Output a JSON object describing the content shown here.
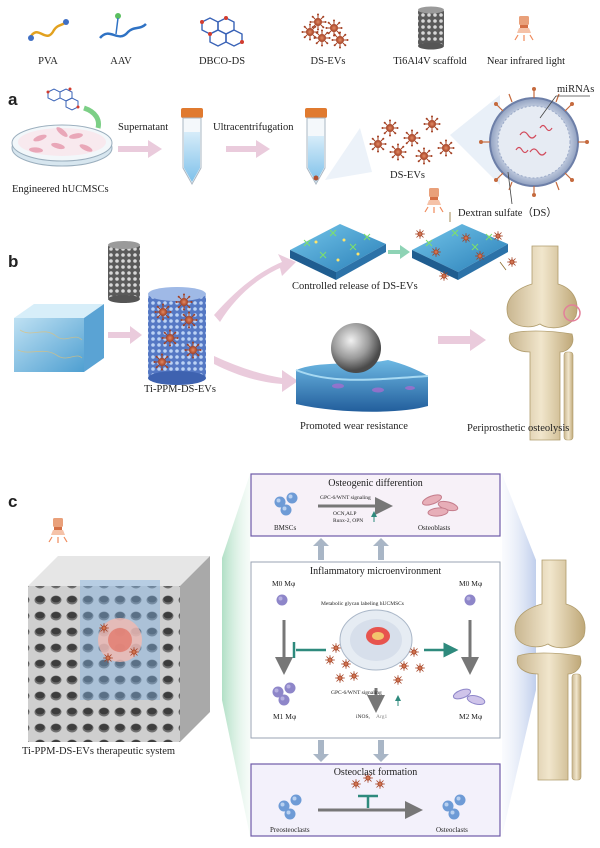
{
  "legend": [
    {
      "label": "PVA",
      "icon": "pva-icon"
    },
    {
      "label": "AAV",
      "icon": "aav-icon"
    },
    {
      "label": "DBCO-DS",
      "icon": "dbco-ds-icon"
    },
    {
      "label": "DS-EVs",
      "icon": "ds-evs-icon"
    },
    {
      "label": "Ti6Al4V scaffold",
      "icon": "scaffold-icon"
    },
    {
      "label": "Near infrared light",
      "icon": "nir-lamp-icon"
    }
  ],
  "panel_a": {
    "letter": "a",
    "dish_label": "Engineered hUCMSCs",
    "step1": "Supernatant",
    "step2": "Ultracentrifugation",
    "evs_label": "DS-EVs",
    "mirna_label": "miRNAs",
    "ds_label": "Dextran sulfate（DS）"
  },
  "panel_b": {
    "letter": "b",
    "scaffold_label": "Ti-PPM-DS-EVs",
    "release_label": "Controlled release of DS-EVs",
    "wear_label": "Promoted wear resistance",
    "knee_label": "Periprosthetic osteolysis"
  },
  "panel_c": {
    "letter": "c",
    "system_label": "Ti-PPM-DS-EVs therapeutic system",
    "osteogenic": {
      "title": "Osteogenic differention",
      "source": "BMSCs",
      "target": "Osteoblasts",
      "pathway": "GPC-6/WNT signaling",
      "markers_1": "OCN,ALP",
      "markers_2": "Runx-2, OPN"
    },
    "inflammatory": {
      "title": "Inflammatory microenvironment",
      "m0_left": "M0 Mφ",
      "m0_right": "M0 Mφ",
      "center_label": "Metabolic glycan labeling hUCMSCs",
      "m1": "M1 Mφ",
      "m2": "M2 Mφ",
      "pathway": "GPC-6/WNT signaling",
      "marker_inos": "iNOS,",
      "marker_arg": "Arg1"
    },
    "osteoclast": {
      "title": "Osteoclast formation",
      "source": "Preosteoclasts",
      "target": "Osteoclasts"
    }
  },
  "colors": {
    "ev_orange": "#c0542f",
    "box_purple": "#6e5aa8",
    "arrow_pink": "#e7c3d6",
    "arrow_teal": "#2e8a7d",
    "scaffold_blue": "#5d8fd9"
  }
}
